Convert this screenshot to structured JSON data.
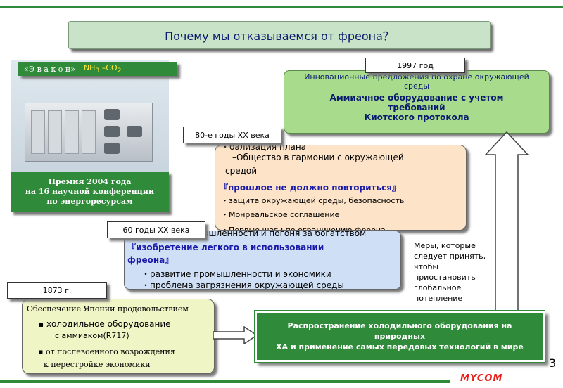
{
  "title": "Почему мы отказываемся от фреона？",
  "photo": {
    "caption": "«Э в а к о н»",
    "chem_prefix": "NH",
    "chem_sub1": "3",
    "chem_mid": " –CO",
    "chem_sub2": "2"
  },
  "prize": {
    "lines": [
      "Премия 2004 года",
      "на 16 научной конференции",
      "по энергоресурсам"
    ]
  },
  "year1997": {
    "label": "1997 год",
    "line1": "Инновационные предложения по охране окружающей",
    "line2": "среды",
    "line3": "Аммиачное оборудование с учетом",
    "line4": "требований",
    "line5": "Киотского протокола"
  },
  "era80": {
    "label": "80-е годы XX века",
    "items": [
      "・бализация плана",
      "–Общество в гармонии с окружающей",
      "средой",
      "『прошлое не должно повториться』",
      "・защита окружающей среды, безопасность",
      "・Монреальское соглашение",
      "・Первые шаги по ограничению фреона"
    ]
  },
  "era60": {
    "label": "60 годы XX века",
    "items": [
      "・развитие промышленности и погоня за богатством",
      "『изобретение легкого в использовании",
      "фреона』",
      "・развитие промышленности и экономики",
      "・проблема загрязнения окружающей среды"
    ]
  },
  "y1873": {
    "label": "1873 г.",
    "heading": "Обеспечение Японии продовольствием",
    "b1a": "холодильное оборудование",
    "b1b": "с аммиаком(R717)",
    "b2a": "от послевоенного возрождения",
    "b2b": "к перестройке экономики"
  },
  "bottom": {
    "line1": "Распространение холодильного оборудования на",
    "line2": "природных",
    "line3": "ХА и применение самых передовых технологий в мире"
  },
  "note": [
    "Меры, которые",
    "следует принять,",
    "чтобы",
    "приостановить",
    "глобальное",
    "потепление"
  ],
  "page_number": "3",
  "brand": "MYCOM"
}
